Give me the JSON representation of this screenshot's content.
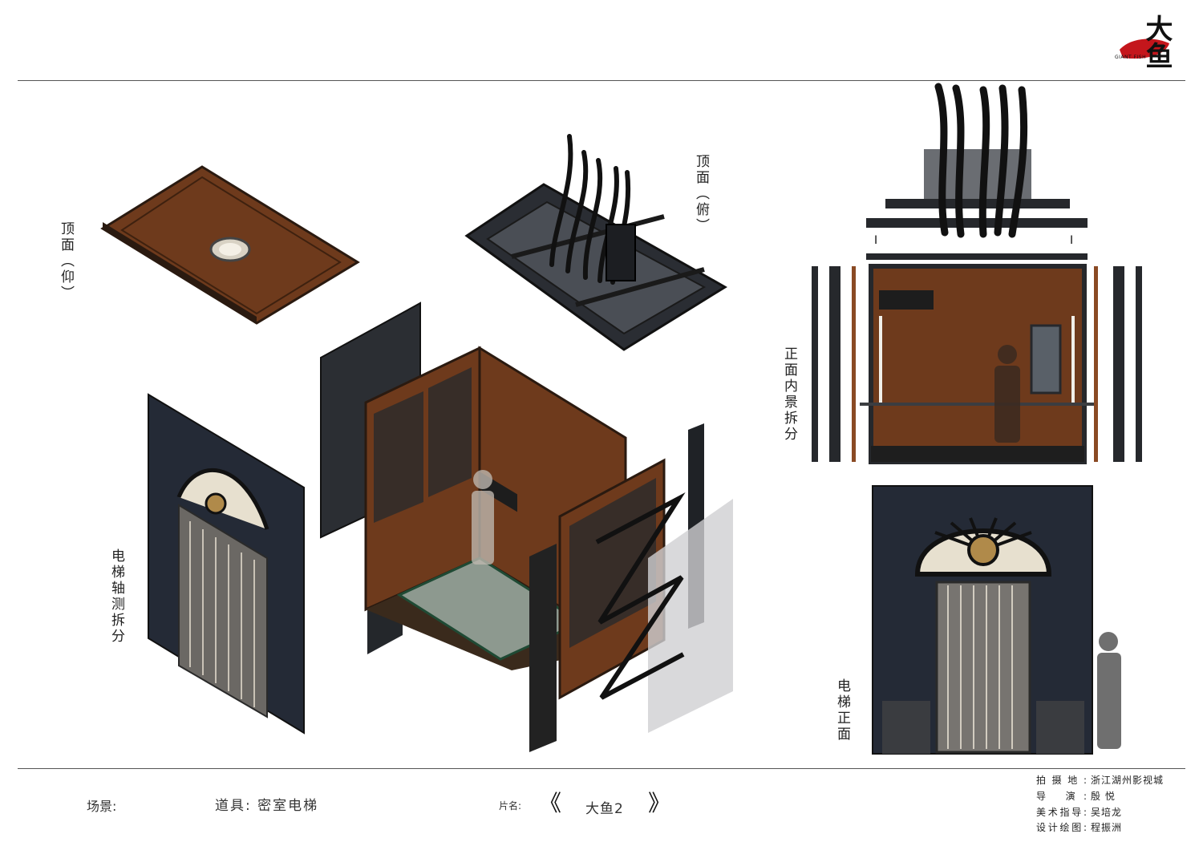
{
  "logo": {
    "text": "大鱼",
    "subtext": "GIANT FISH",
    "accent": "#c4161c"
  },
  "labels": {
    "ceiling_bottom": "顶面（仰）",
    "ceiling_top": "顶面（俯）",
    "front_interior": "正面内景拆分",
    "axonometric": "电梯轴测拆分",
    "front": "电梯正面"
  },
  "footer": {
    "scene_label": "场景:",
    "prop": "道具: 密室电梯",
    "film_label": "片名:",
    "film_title": "大鱼2",
    "left_mark": "《",
    "right_mark": "》"
  },
  "credits": [
    {
      "key": "拍摄地:",
      "value": "浙江湖州影视城"
    },
    {
      "key": "导  演:",
      "value": "殷 悦"
    },
    {
      "key": "美术指导:",
      "value": "吴培龙"
    },
    {
      "key": "设计绘图:",
      "value": "程振洲"
    }
  ],
  "colors": {
    "wood": "#6e3a1c",
    "wood_light": "#8a4a24",
    "dark_metal": "#1f2328",
    "navy_metal": "#242a36",
    "brass": "#b08a4a"
  }
}
